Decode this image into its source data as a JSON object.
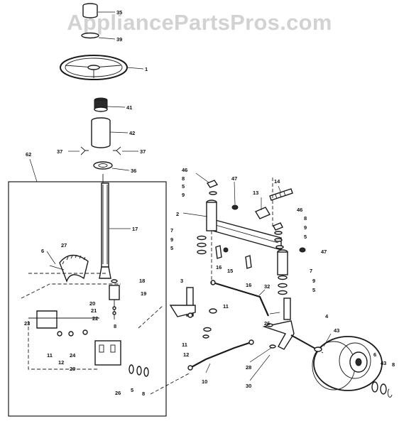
{
  "watermark": "AppliancePartsPros.com",
  "callouts": [
    {
      "id": "c35",
      "label": "35"
    },
    {
      "id": "c39",
      "label": "39"
    },
    {
      "id": "c1",
      "label": "1"
    },
    {
      "id": "c41",
      "label": "41"
    },
    {
      "id": "c42",
      "label": "42"
    },
    {
      "id": "c37a",
      "label": "37"
    },
    {
      "id": "c37b",
      "label": "37"
    },
    {
      "id": "c36",
      "label": "36"
    },
    {
      "id": "c62",
      "label": "62"
    },
    {
      "id": "c17",
      "label": "17"
    },
    {
      "id": "c6a",
      "label": "6"
    },
    {
      "id": "c27",
      "label": "27"
    },
    {
      "id": "c18",
      "label": "18"
    },
    {
      "id": "c19",
      "label": "19"
    },
    {
      "id": "c20",
      "label": "20"
    },
    {
      "id": "c21",
      "label": "21"
    },
    {
      "id": "c22",
      "label": "22"
    },
    {
      "id": "c8a",
      "label": "8"
    },
    {
      "id": "c23",
      "label": "23"
    },
    {
      "id": "c11a",
      "label": "11"
    },
    {
      "id": "c12a",
      "label": "12"
    },
    {
      "id": "c24",
      "label": "24"
    },
    {
      "id": "c29",
      "label": "29"
    },
    {
      "id": "c26a",
      "label": "26"
    },
    {
      "id": "c5a",
      "label": "5"
    },
    {
      "id": "c8b",
      "label": "8"
    },
    {
      "id": "c46a",
      "label": "46"
    },
    {
      "id": "c8c",
      "label": "8"
    },
    {
      "id": "c5b",
      "label": "5"
    },
    {
      "id": "c9a",
      "label": "9"
    },
    {
      "id": "c47a",
      "label": "47"
    },
    {
      "id": "c13",
      "label": "13"
    },
    {
      "id": "c14",
      "label": "14"
    },
    {
      "id": "c2",
      "label": "2"
    },
    {
      "id": "c7a",
      "label": "7"
    },
    {
      "id": "c9b",
      "label": "9"
    },
    {
      "id": "c5c",
      "label": "5"
    },
    {
      "id": "c16a",
      "label": "16"
    },
    {
      "id": "c15",
      "label": "15"
    },
    {
      "id": "c46b",
      "label": "46"
    },
    {
      "id": "c8d",
      "label": "8"
    },
    {
      "id": "c9c",
      "label": "9"
    },
    {
      "id": "c5d",
      "label": "5"
    },
    {
      "id": "c47b",
      "label": "47"
    },
    {
      "id": "c16b",
      "label": "16"
    },
    {
      "id": "c7b",
      "label": "7"
    },
    {
      "id": "c9d",
      "label": "9"
    },
    {
      "id": "c5e",
      "label": "5"
    },
    {
      "id": "c3",
      "label": "3"
    },
    {
      "id": "c11b",
      "label": "11"
    },
    {
      "id": "c32",
      "label": "32"
    },
    {
      "id": "c4",
      "label": "4"
    },
    {
      "id": "c26b",
      "label": "26"
    },
    {
      "id": "c11c",
      "label": "11"
    },
    {
      "id": "c12b",
      "label": "12"
    },
    {
      "id": "c43a",
      "label": "43"
    },
    {
      "id": "c10",
      "label": "10"
    },
    {
      "id": "c28",
      "label": "28"
    },
    {
      "id": "c30",
      "label": "30"
    },
    {
      "id": "c6b",
      "label": "6"
    },
    {
      "id": "c43b",
      "label": "43"
    },
    {
      "id": "c8e",
      "label": "8"
    }
  ]
}
